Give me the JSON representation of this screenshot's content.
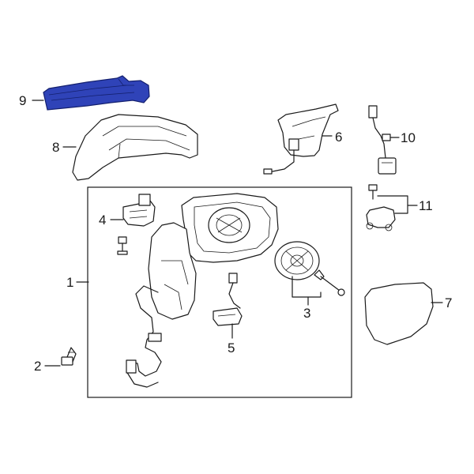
{
  "diagram": {
    "highlight_color": "#2f43b8",
    "line_color": "#1a1a1a",
    "callouts": [
      {
        "id": "1",
        "label": "1"
      },
      {
        "id": "2",
        "label": "2"
      },
      {
        "id": "3",
        "label": "3"
      },
      {
        "id": "4",
        "label": "4"
      },
      {
        "id": "5",
        "label": "5"
      },
      {
        "id": "6",
        "label": "6"
      },
      {
        "id": "7",
        "label": "7"
      },
      {
        "id": "8",
        "label": "8"
      },
      {
        "id": "9",
        "label": "9"
      },
      {
        "id": "10",
        "label": "10"
      },
      {
        "id": "11",
        "label": "11"
      }
    ],
    "highlighted_part": "9"
  }
}
